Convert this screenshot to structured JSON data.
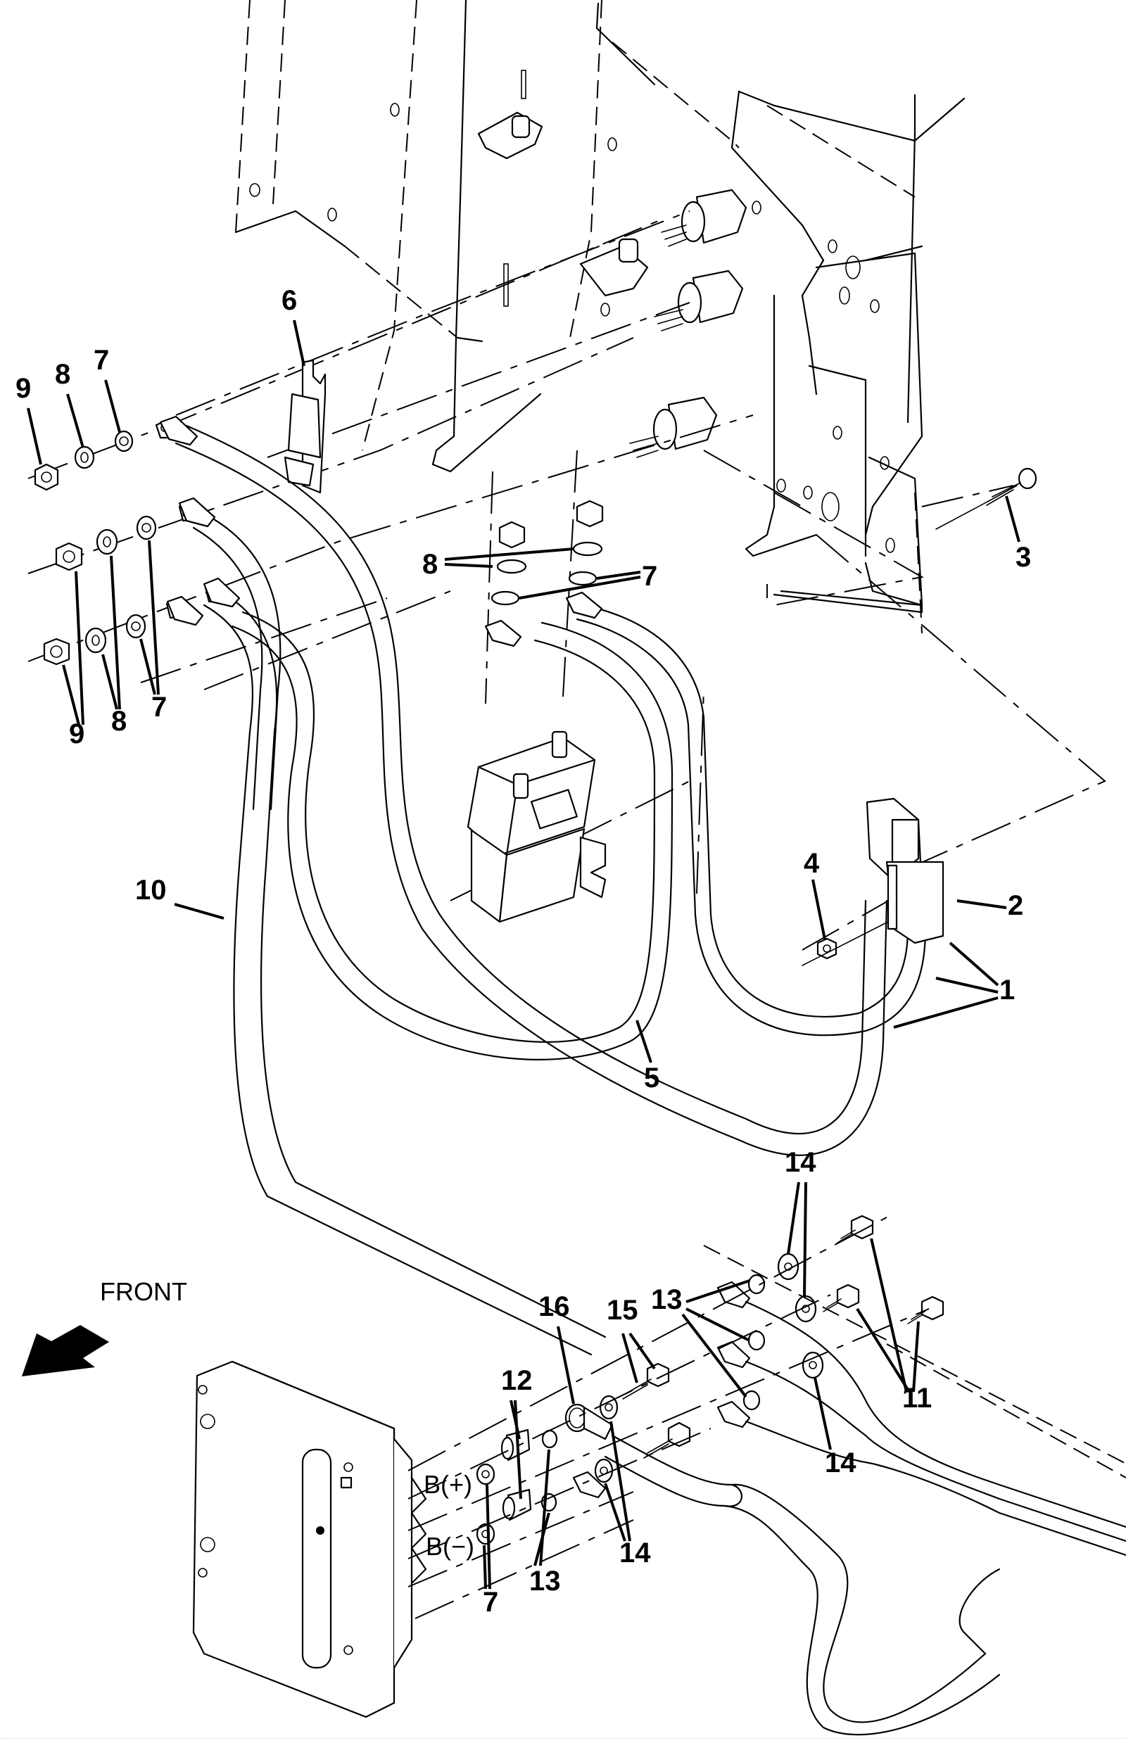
{
  "figure": {
    "type": "exploded parts diagram",
    "subject": "battery cables, contactor, fuse and motor controller wiring"
  },
  "orientation": {
    "label": "FRONT",
    "icon": "arrow-down-left-icon"
  },
  "terminal_labels": {
    "positive": "B(+)",
    "negative": "B(−)"
  },
  "callouts": [
    {
      "id": "c1",
      "text": "1",
      "part": "battery cable (to connector)"
    },
    {
      "id": "c2",
      "text": "2",
      "part": "battery connector"
    },
    {
      "id": "c3",
      "text": "3",
      "part": "screw"
    },
    {
      "id": "c4",
      "text": "4",
      "part": "nut"
    },
    {
      "id": "c5",
      "text": "5",
      "part": "cable (contactor to controller)"
    },
    {
      "id": "c6",
      "text": "6",
      "part": "fuse"
    },
    {
      "id": "c7a",
      "text": "7",
      "part": "lock washer"
    },
    {
      "id": "c8a",
      "text": "8",
      "part": "flat washer"
    },
    {
      "id": "c9a",
      "text": "9",
      "part": "nut"
    },
    {
      "id": "c7b",
      "text": "7",
      "part": "lock washer"
    },
    {
      "id": "c8b",
      "text": "8",
      "part": "flat washer"
    },
    {
      "id": "c9b",
      "text": "9",
      "part": "nut"
    },
    {
      "id": "c8c",
      "text": "8",
      "part": "flat washer (contactor)"
    },
    {
      "id": "c7c",
      "text": "7",
      "part": "lock washer (contactor)"
    },
    {
      "id": "c10",
      "text": "10",
      "part": "cable"
    },
    {
      "id": "c14a",
      "text": "14",
      "part": "flat washer"
    },
    {
      "id": "c16",
      "text": "16",
      "part": "ring terminal"
    },
    {
      "id": "c15",
      "text": "15",
      "part": "bolt"
    },
    {
      "id": "c13a",
      "text": "13",
      "part": "lock washer"
    },
    {
      "id": "c12",
      "text": "12",
      "part": "spacer"
    },
    {
      "id": "c11",
      "text": "11",
      "part": "bolt"
    },
    {
      "id": "c14b",
      "text": "14",
      "part": "flat washer"
    },
    {
      "id": "c13b",
      "text": "13",
      "part": "lock washer"
    },
    {
      "id": "c14c",
      "text": "14",
      "part": "flat washer"
    },
    {
      "id": "c7d",
      "text": "7",
      "part": "lock washer"
    }
  ]
}
